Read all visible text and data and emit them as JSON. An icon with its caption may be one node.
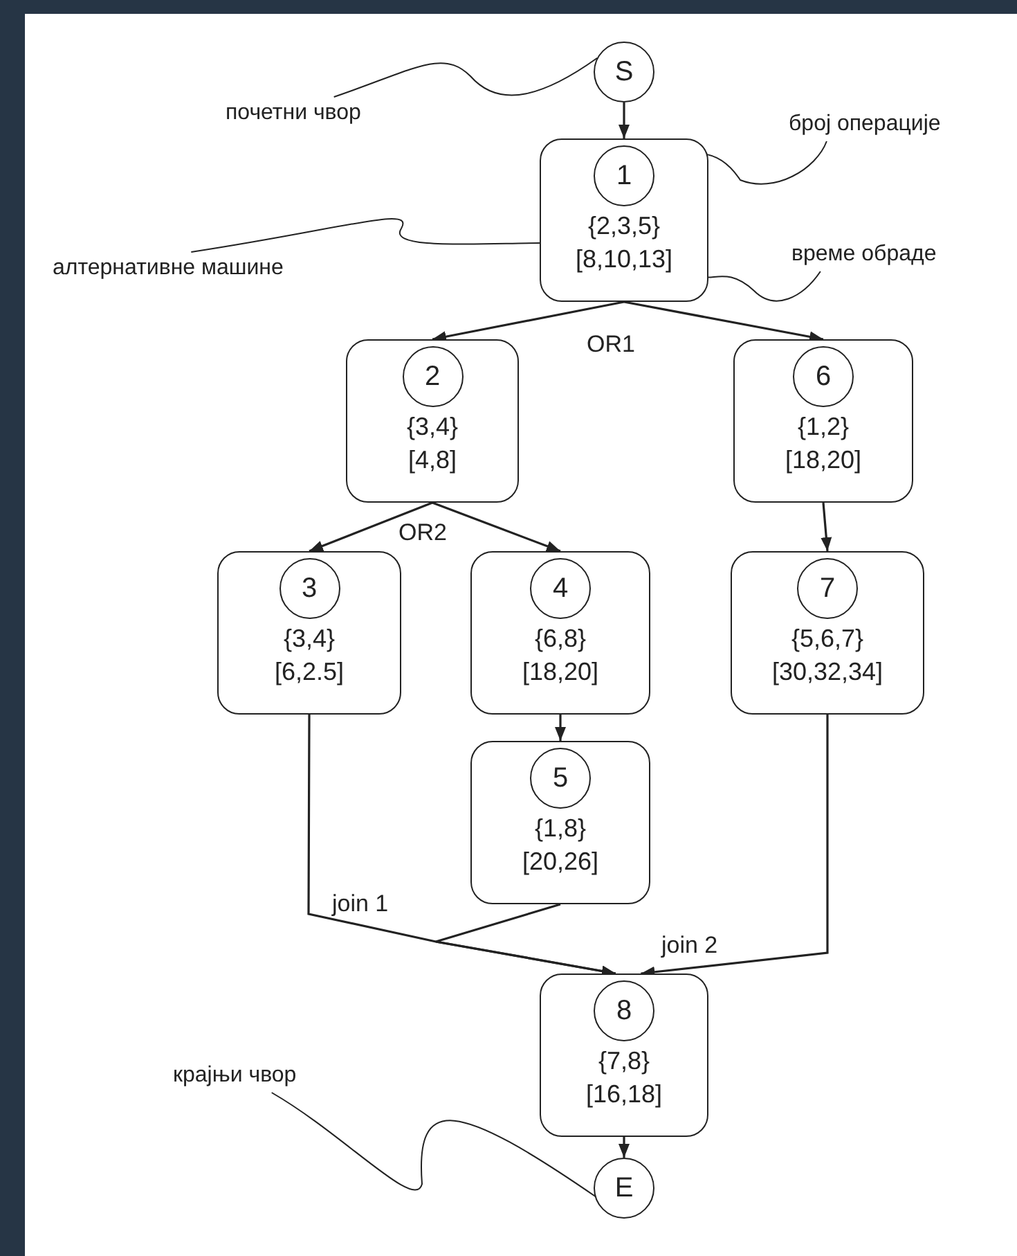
{
  "diagram": {
    "nodes": [
      {
        "text": [
          "S"
        ]
      },
      {
        "text": [
          "{2,3,5}",
          "[8,10,13]"
        ]
      },
      {
        "text": [
          "1"
        ],
        "in": 1
      },
      {
        "text": [
          "{3,4}",
          "[4,8]"
        ]
      },
      {
        "text": [
          "2"
        ],
        "in": 3
      },
      {
        "text": [
          "{1,2}",
          "[18,20]"
        ]
      },
      {
        "text": [
          "6"
        ],
        "in": 5
      },
      {
        "text": [
          "{3,4}",
          "[6,2.5]"
        ]
      },
      {
        "text": [
          "3"
        ],
        "in": 7
      },
      {
        "text": [
          "{6,8}",
          "[18,20]"
        ]
      },
      {
        "text": [
          "4"
        ],
        "in": 9
      },
      {
        "text": [
          "{5,6,7}",
          "[30,32,34]"
        ]
      },
      {
        "text": [
          "7"
        ],
        "in": 11
      },
      {
        "text": [
          "{1,8}",
          "[20,26]"
        ]
      },
      {
        "text": [
          "5"
        ],
        "in": 13
      },
      {
        "text": [
          "{7,8}",
          "[16,18]"
        ]
      },
      {
        "text": [
          "8"
        ],
        "in": 15
      },
      {
        "text": [
          "E"
        ]
      },
      {
        "text": [
          "почетни чвор"
        ]
      },
      {
        "text": [
          "број операције"
        ]
      },
      {
        "text": [
          "алтернативне машине"
        ]
      },
      {
        "text": [
          "време обраде"
        ]
      },
      {
        "text": [
          "крајњи чвор"
        ]
      }
    ],
    "edges": [
      {
        "from": 0,
        "to": 1,
        "arrow": "to"
      },
      {
        "from": 1,
        "to": 3,
        "arrow": "to"
      },
      {
        "from": 1,
        "to": 5,
        "arrow": "to"
      },
      {
        "from": 3,
        "to": 7,
        "arrow": "to"
      },
      {
        "from": 3,
        "to": 9,
        "arrow": "to"
      },
      {
        "from": 5,
        "to": 11,
        "arrow": "to"
      },
      {
        "from": 9,
        "to": 13,
        "arrow": "to"
      },
      {
        "from": 7,
        "to": 15,
        "arrow": "to"
      },
      {
        "from": 13,
        "to": 15,
        "arrow": "to"
      },
      {
        "from": 11,
        "to": 15,
        "arrow": "to"
      },
      {
        "from": 15,
        "to": 17,
        "arrow": "to"
      },
      {
        "from": 18,
        "to": 0,
        "arrow": "none"
      },
      {
        "from": 19,
        "to": 2,
        "arrow": "none"
      },
      {
        "from": 20,
        "to": 1,
        "arrow": "none"
      },
      {
        "from": 21,
        "to": 1,
        "arrow": "none"
      },
      {
        "from": 22,
        "to": 17,
        "arrow": "none"
      }
    ],
    "labels": [
      "OR1",
      "OR2",
      "join 1",
      "join 2"
    ]
  }
}
